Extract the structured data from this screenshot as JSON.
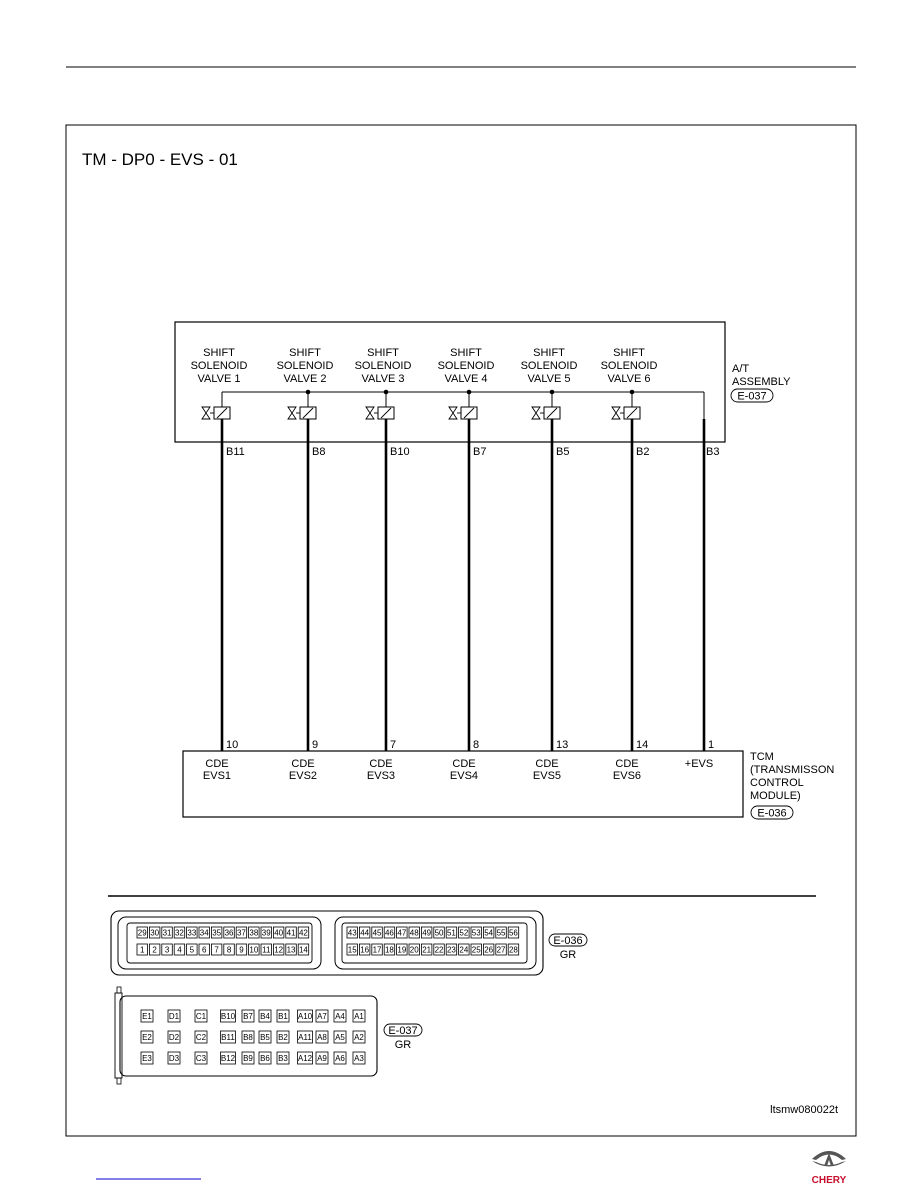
{
  "diagram_title": "TM - DP0 - EVS - 01",
  "at_assembly": {
    "name_lines": [
      "A/T",
      "ASSEMBLY"
    ],
    "connector": "E-037",
    "solenoids": [
      {
        "lines": [
          "SHIFT",
          "SOLENOID",
          "VALVE 1"
        ],
        "pin": "B11"
      },
      {
        "lines": [
          "SHIFT",
          "SOLENOID",
          "VALVE 2"
        ],
        "pin": "B8"
      },
      {
        "lines": [
          "SHIFT",
          "SOLENOID",
          "VALVE 3"
        ],
        "pin": "B10"
      },
      {
        "lines": [
          "SHIFT",
          "SOLENOID",
          "VALVE 4"
        ],
        "pin": "B7"
      },
      {
        "lines": [
          "SHIFT",
          "SOLENOID",
          "VALVE 5"
        ],
        "pin": "B5"
      },
      {
        "lines": [
          "SHIFT",
          "SOLENOID",
          "VALVE 6"
        ],
        "pin": "B2"
      }
    ],
    "common_pin": "B3"
  },
  "tcm": {
    "name_lines": [
      "TCM",
      "(TRANSMISSON",
      "CONTROL",
      "MODULE)"
    ],
    "connector": "E-036",
    "terminals": [
      {
        "pin": "10",
        "lines": [
          "CDE",
          "EVS1"
        ]
      },
      {
        "pin": "9",
        "lines": [
          "CDE",
          "EVS2"
        ]
      },
      {
        "pin": "7",
        "lines": [
          "CDE",
          "EVS3"
        ]
      },
      {
        "pin": "8",
        "lines": [
          "CDE",
          "EVS4"
        ]
      },
      {
        "pin": "13",
        "lines": [
          "CDE",
          "EVS5"
        ]
      },
      {
        "pin": "14",
        "lines": [
          "CDE",
          "EVS6"
        ]
      },
      {
        "pin": "1",
        "lines": [
          "+EVS"
        ]
      }
    ]
  },
  "connector_e036": {
    "id": "E-036",
    "color": "GR",
    "left_top": [
      "29",
      "30",
      "31",
      "32",
      "33",
      "34",
      "35",
      "36",
      "37",
      "38",
      "39",
      "40",
      "41",
      "42"
    ],
    "left_bottom": [
      "1",
      "2",
      "3",
      "4",
      "5",
      "6",
      "7",
      "8",
      "9",
      "10",
      "11",
      "12",
      "13",
      "14"
    ],
    "right_top": [
      "43",
      "44",
      "45",
      "46",
      "47",
      "48",
      "49",
      "50",
      "51",
      "52",
      "53",
      "54",
      "55",
      "56"
    ],
    "right_bottom": [
      "15",
      "16",
      "17",
      "18",
      "19",
      "20",
      "21",
      "22",
      "23",
      "24",
      "25",
      "26",
      "27",
      "28"
    ]
  },
  "connector_e037": {
    "id": "E-037",
    "color": "GR",
    "rows": [
      [
        "E1",
        "D1",
        "C1",
        "B10",
        "B7",
        "B4",
        "B1",
        "A10",
        "A7",
        "A4",
        "A1"
      ],
      [
        "E2",
        "D2",
        "C2",
        "B11",
        "B8",
        "B5",
        "B2",
        "A11",
        "A8",
        "A5",
        "A2"
      ],
      [
        "E3",
        "D3",
        "C3",
        "B12",
        "B9",
        "B6",
        "B3",
        "A12",
        "A9",
        "A6",
        "A3"
      ]
    ]
  },
  "figure_code": "ltsmw080022t",
  "brand": "CHERY",
  "colors": {
    "line": "#000000",
    "brand_red": "#c8102e",
    "link_blue": "#0000cc",
    "logo_gray": "#555555"
  }
}
